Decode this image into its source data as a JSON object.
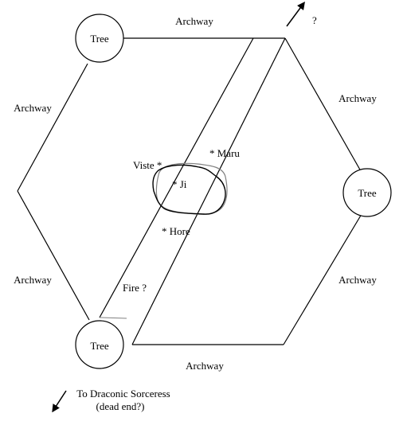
{
  "trees": [
    {
      "id": "tree-top-left",
      "label": "Tree"
    },
    {
      "id": "tree-right",
      "label": "Tree"
    },
    {
      "id": "tree-bottom-left",
      "label": "Tree"
    }
  ],
  "archways": [
    {
      "id": "archway-top",
      "label": "Archway"
    },
    {
      "id": "archway-upper-left",
      "label": "Archway"
    },
    {
      "id": "archway-upper-right",
      "label": "Archway"
    },
    {
      "id": "archway-lower-left",
      "label": "Archway"
    },
    {
      "id": "archway-lower-right",
      "label": "Archway"
    },
    {
      "id": "archway-bottom",
      "label": "Archway"
    }
  ],
  "points": {
    "viste": "Viste *",
    "maru": "* Maru",
    "ji": "* Ji",
    "hore": "* Hore"
  },
  "fire": {
    "label": "Fire ?",
    "color": "#e0201b"
  },
  "exits": {
    "north": {
      "label": "?"
    },
    "south": {
      "line1": "To Draconic Sorceress",
      "line2": "(dead end?)"
    }
  },
  "colors": {
    "line": "#000000",
    "text": "#000000",
    "blob_gray": "#808080",
    "background": "#ffffff"
  }
}
